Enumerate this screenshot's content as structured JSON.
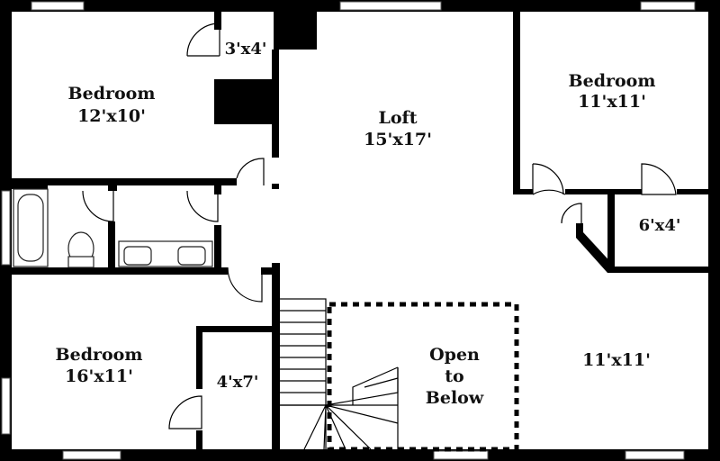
{
  "plan": {
    "rooms": [
      {
        "id": "bedroom-nw",
        "name": "Bedroom",
        "size": "12'x10'"
      },
      {
        "id": "closet-nw",
        "name": "",
        "size": "3'x4'"
      },
      {
        "id": "loft",
        "name": "Loft",
        "size": "15'x17'"
      },
      {
        "id": "bedroom-ne",
        "name": "Bedroom",
        "size": "11'x11'"
      },
      {
        "id": "closet-e",
        "name": "",
        "size": "6'x4'"
      },
      {
        "id": "bedroom-sw",
        "name": "Bedroom",
        "size": "16'x11'"
      },
      {
        "id": "closet-sw",
        "name": "",
        "size": "4'x7'"
      },
      {
        "id": "open-below",
        "name": "Open",
        "line2": "to",
        "line3": "Below"
      },
      {
        "id": "room-se",
        "name": "",
        "size": "11'x11'"
      }
    ]
  }
}
